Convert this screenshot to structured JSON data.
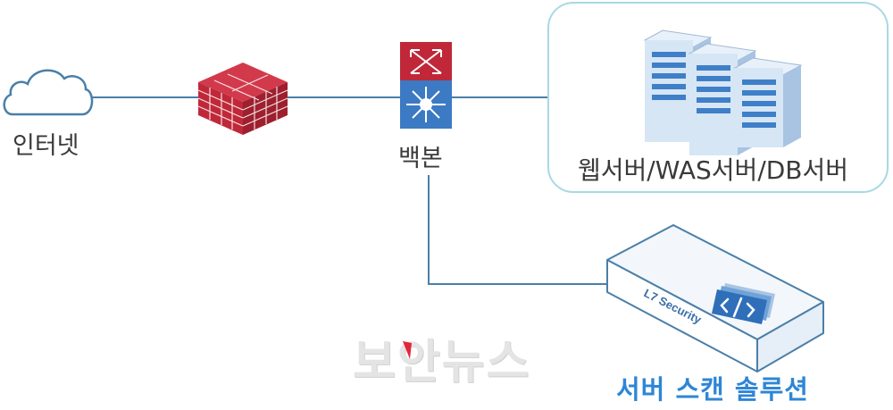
{
  "diagram": {
    "nodes": {
      "internet": {
        "label": "인터넷"
      },
      "firewall": {
        "label": ""
      },
      "backbone": {
        "label": "백본"
      },
      "servers": {
        "label": "웹서버/WAS서버/DB서버"
      },
      "scanner": {
        "label": "서버 스캔 솔루션",
        "device_text": "L7 Security"
      }
    },
    "watermark": "보안뉴스",
    "colors": {
      "line": "#4a7fa8",
      "firewall": "#c0283a",
      "switch_top": "#c0283a",
      "switch_bottom": "#3c7ac4",
      "server": "#d6e6f5",
      "server_stripe": "#3f7fc8",
      "panel_border": "#a8d8e6",
      "scan_label": "#2e86d6"
    }
  }
}
